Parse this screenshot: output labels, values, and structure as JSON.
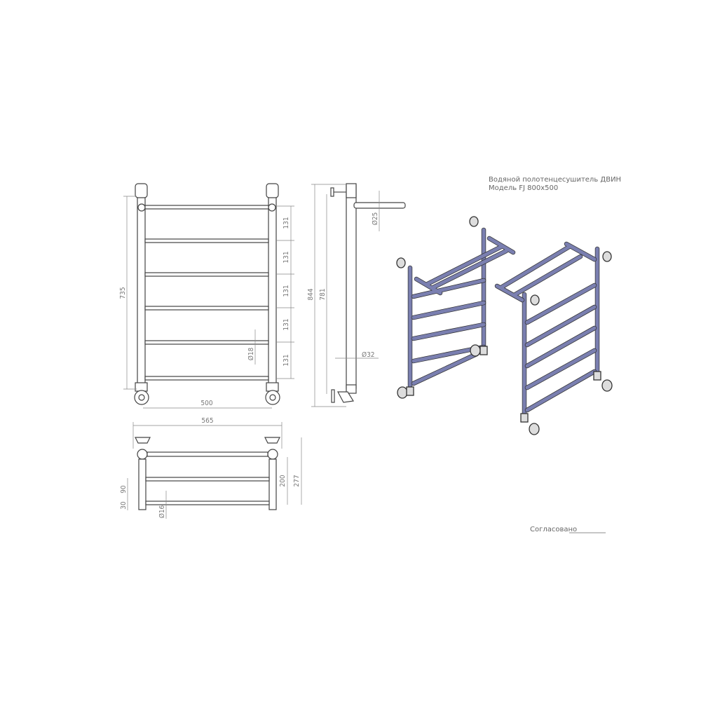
{
  "title": {
    "line1": "Водяной полотенцесушитель ДВИН",
    "line2": "Модель FJ 800x500"
  },
  "front_view": {
    "height": "735",
    "width": "500",
    "rail_spacing": [
      "131",
      "131",
      "131",
      "131",
      "131"
    ],
    "rail_diameter": "Ø18"
  },
  "side_view": {
    "overall_height": "844",
    "axis_height": "781",
    "shelf_diameter": "Ø25",
    "post_diameter": "Ø32"
  },
  "top_view": {
    "overall_width": "565",
    "depth_shelf": "200",
    "depth_total": "277",
    "offset_90": "90",
    "offset_30": "30",
    "bar_diameter": "Ø16"
  },
  "approval": {
    "label": "Согласовано"
  },
  "colors": {
    "line": "#555555",
    "iso_pipe": "#7a7fb0"
  }
}
